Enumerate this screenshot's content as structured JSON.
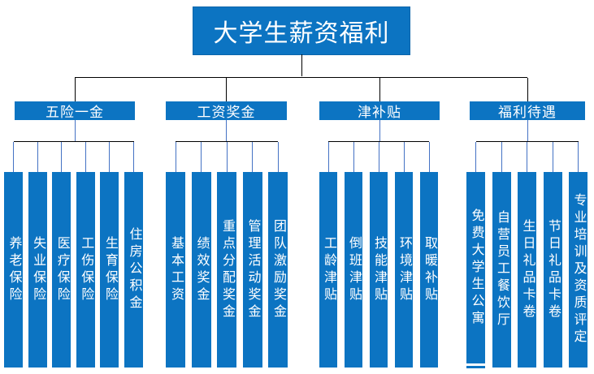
{
  "diagram": {
    "title": "大学生薪资福利",
    "groups": [
      {
        "label": "五险一金",
        "children": [
          "养老保险",
          "失业保险",
          "医疗保险",
          "工伤保险",
          "生育保险",
          "住房公积金"
        ]
      },
      {
        "label": "工资奖金",
        "children": [
          "基本工资",
          "绩效奖金",
          "重点分配奖金",
          "管理活动奖金",
          "团队激励奖金"
        ]
      },
      {
        "label": "津补贴",
        "children": [
          "工龄津贴",
          "倒班津贴",
          "技能津贴",
          "环境津贴",
          "取暖补贴"
        ]
      },
      {
        "label": "福利待遇",
        "children": [
          "免费大学生公寓",
          "自营员工餐饮厅",
          "生日礼品卡卷",
          "节日礼品卡卷",
          "专业培训及资质评定"
        ]
      }
    ],
    "colors": {
      "box_blue": "#0C74C2",
      "connector_blue": "#4472C4",
      "line_black": "#000000",
      "text_white": "#FFFFFF"
    }
  }
}
